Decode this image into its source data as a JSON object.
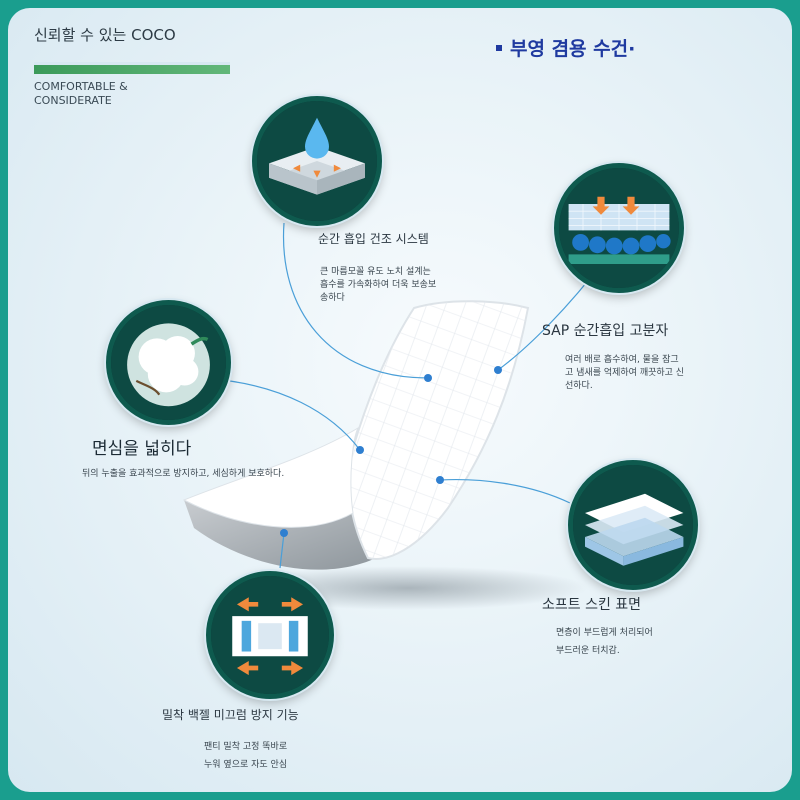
{
  "brand": {
    "title": "신뢰할 수 있는 COCO",
    "sub_line1": "COMFORTABLE &",
    "sub_line2": "CONSIDERATE",
    "accent_color": "#3b9a5a"
  },
  "headline": "부영 겸용 수건·",
  "features": [
    {
      "icon": "water-drop-absorb-icon",
      "title": "순간 흡입 건조 시스템",
      "desc_lines": [
        "큰 마름모꼴 유도 노치 설계는",
        "흡수를 가속화하여 더욱 보송보",
        "송하다"
      ]
    },
    {
      "icon": "sap-beads-icon",
      "title": "SAP 순간흡입 고분자",
      "desc_lines": [
        "여러 배로 흡수하여, 물을 잠그",
        "고 냄새를 억제하여 깨끗하고 신",
        "선하다."
      ]
    },
    {
      "icon": "cotton-ball-icon",
      "title": "면심을 넓히다",
      "desc_lines": [
        "뒤의 누출을 효과적으로 방지하고, 세심하게 보호하다."
      ]
    },
    {
      "icon": "soft-layers-icon",
      "title": "소프트 스킨 표면",
      "desc_lines": [
        "면층이 부드럽게 처리되어",
        "부드러운 터치감."
      ]
    },
    {
      "icon": "adhesive-strip-icon",
      "title": "밀착 백젤 미끄럼 방지 기능",
      "desc_lines": [
        "팬티 밀착 고정 똑바로",
        "누워 옆으로 자도 안심"
      ]
    }
  ],
  "colors": {
    "frame": "#1a9e8e",
    "headline": "#1f3aa0",
    "line": "#4a9fd8",
    "circle_border": "#0e5a4e"
  }
}
